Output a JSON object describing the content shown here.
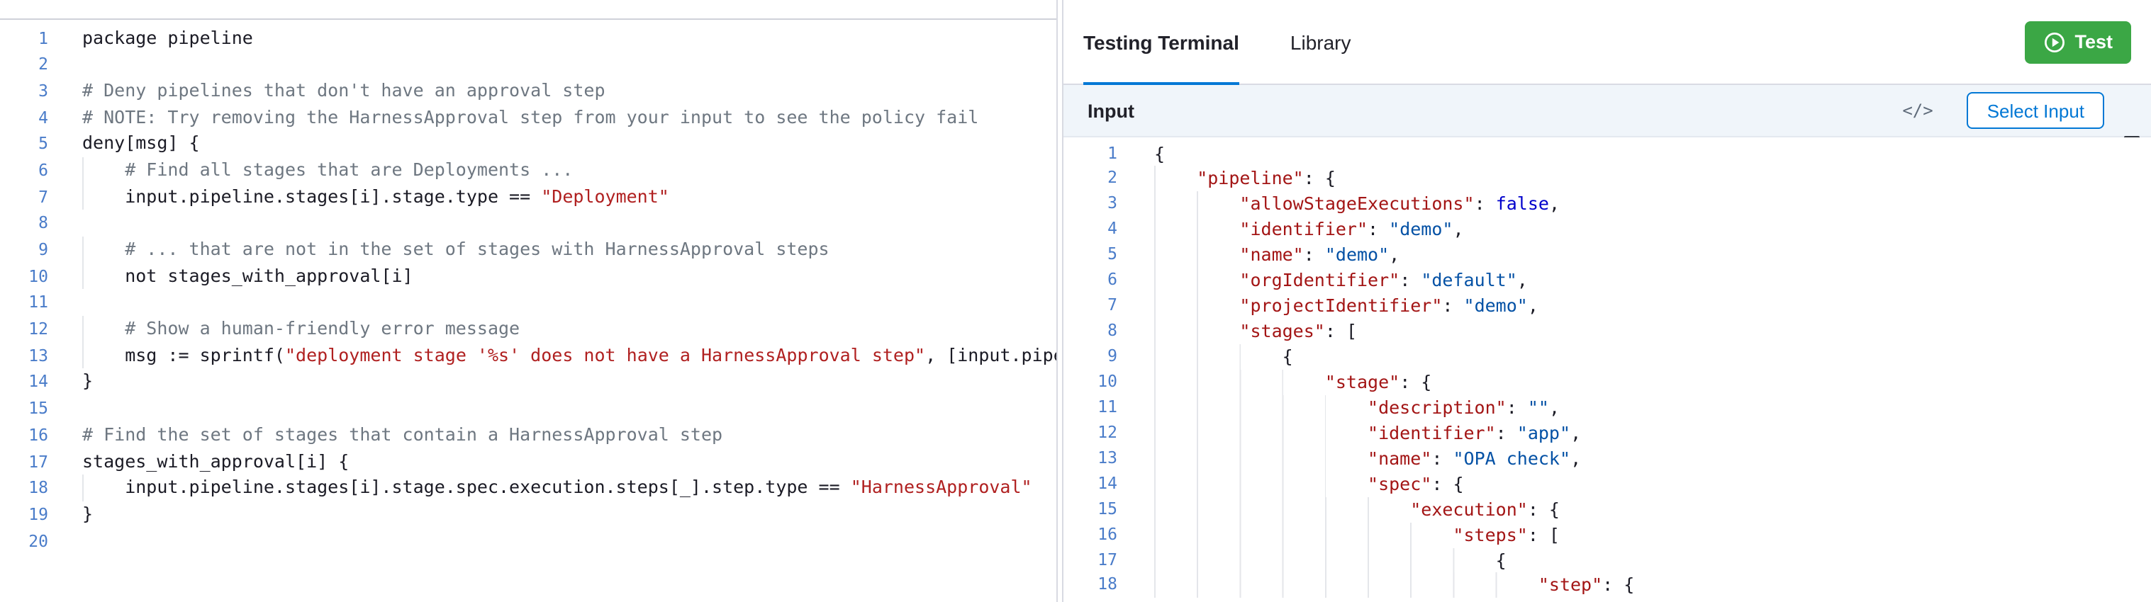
{
  "left_editor": {
    "lines": [
      {
        "n": 1,
        "segs": [
          [
            "pln",
            "package pipeline"
          ]
        ]
      },
      {
        "n": 2,
        "segs": []
      },
      {
        "n": 3,
        "segs": [
          [
            "com",
            "# Deny pipelines that don't have an approval step"
          ]
        ]
      },
      {
        "n": 4,
        "segs": [
          [
            "com",
            "# NOTE: Try removing the HarnessApproval step from your input to see the policy fail"
          ]
        ]
      },
      {
        "n": 5,
        "segs": [
          [
            "pln",
            "deny[msg] {"
          ]
        ]
      },
      {
        "n": 6,
        "segs": [
          [
            "com",
            "    # Find all stages that are Deployments ..."
          ]
        ]
      },
      {
        "n": 7,
        "segs": [
          [
            "pln",
            "    input.pipeline.stages[i].stage.type == "
          ],
          [
            "str",
            "\"Deployment\""
          ]
        ]
      },
      {
        "n": 8,
        "segs": []
      },
      {
        "n": 9,
        "segs": [
          [
            "com",
            "    # ... that are not in the set of stages with HarnessApproval steps"
          ]
        ]
      },
      {
        "n": 10,
        "segs": [
          [
            "pln",
            "    not stages_with_approval[i]"
          ]
        ]
      },
      {
        "n": 11,
        "segs": []
      },
      {
        "n": 12,
        "segs": [
          [
            "com",
            "    # Show a human-friendly error message"
          ]
        ]
      },
      {
        "n": 13,
        "segs": [
          [
            "pln",
            "    msg := sprintf("
          ],
          [
            "str",
            "\"deployment stage '%s' does not have a HarnessApproval step\""
          ],
          [
            "pln",
            ", [input.pipel"
          ]
        ]
      },
      {
        "n": 14,
        "segs": [
          [
            "pln",
            "}"
          ]
        ]
      },
      {
        "n": 15,
        "segs": []
      },
      {
        "n": 16,
        "segs": [
          [
            "com",
            "# Find the set of stages that contain a HarnessApproval step"
          ]
        ]
      },
      {
        "n": 17,
        "segs": [
          [
            "pln",
            "stages_with_approval[i] {"
          ]
        ]
      },
      {
        "n": 18,
        "segs": [
          [
            "pln",
            "    input.pipeline.stages[i].stage.spec.execution.steps[_].step.type == "
          ],
          [
            "str",
            "\"HarnessApproval\""
          ]
        ]
      },
      {
        "n": 19,
        "segs": [
          [
            "pln",
            "}"
          ]
        ]
      },
      {
        "n": 20,
        "segs": []
      }
    ]
  },
  "right_panel": {
    "tabs": [
      {
        "label": "Testing Terminal",
        "active": true
      },
      {
        "label": "Library",
        "active": false
      }
    ],
    "test_button_label": "Test",
    "input_bar": {
      "title": "Input",
      "code_icon_label": "</>",
      "select_button_label": "Select Input"
    },
    "json_editor": {
      "lines": [
        {
          "n": 1,
          "segs": [
            [
              "pln",
              "{"
            ]
          ]
        },
        {
          "n": 2,
          "segs": [
            [
              "key",
              "    \"pipeline\""
            ],
            [
              "pln",
              ": {"
            ]
          ]
        },
        {
          "n": 3,
          "segs": [
            [
              "key",
              "        \"allowStageExecutions\""
            ],
            [
              "pln",
              ": "
            ],
            [
              "kw",
              "false"
            ],
            [
              "pln",
              ","
            ]
          ]
        },
        {
          "n": 4,
          "segs": [
            [
              "key",
              "        \"identifier\""
            ],
            [
              "pln",
              ": "
            ],
            [
              "val",
              "\"demo\""
            ],
            [
              "pln",
              ","
            ]
          ]
        },
        {
          "n": 5,
          "segs": [
            [
              "key",
              "        \"name\""
            ],
            [
              "pln",
              ": "
            ],
            [
              "val",
              "\"demo\""
            ],
            [
              "pln",
              ","
            ]
          ]
        },
        {
          "n": 6,
          "segs": [
            [
              "key",
              "        \"orgIdentifier\""
            ],
            [
              "pln",
              ": "
            ],
            [
              "val",
              "\"default\""
            ],
            [
              "pln",
              ","
            ]
          ]
        },
        {
          "n": 7,
          "segs": [
            [
              "key",
              "        \"projectIdentifier\""
            ],
            [
              "pln",
              ": "
            ],
            [
              "val",
              "\"demo\""
            ],
            [
              "pln",
              ","
            ]
          ]
        },
        {
          "n": 8,
          "segs": [
            [
              "key",
              "        \"stages\""
            ],
            [
              "pln",
              ": ["
            ]
          ]
        },
        {
          "n": 9,
          "segs": [
            [
              "pln",
              "            {"
            ]
          ]
        },
        {
          "n": 10,
          "segs": [
            [
              "key",
              "                \"stage\""
            ],
            [
              "pln",
              ": {"
            ]
          ]
        },
        {
          "n": 11,
          "segs": [
            [
              "key",
              "                    \"description\""
            ],
            [
              "pln",
              ": "
            ],
            [
              "val",
              "\"\""
            ],
            [
              "pln",
              ","
            ]
          ]
        },
        {
          "n": 12,
          "segs": [
            [
              "key",
              "                    \"identifier\""
            ],
            [
              "pln",
              ": "
            ],
            [
              "val",
              "\"app\""
            ],
            [
              "pln",
              ","
            ]
          ]
        },
        {
          "n": 13,
          "segs": [
            [
              "key",
              "                    \"name\""
            ],
            [
              "pln",
              ": "
            ],
            [
              "val",
              "\"OPA check\""
            ],
            [
              "pln",
              ","
            ]
          ]
        },
        {
          "n": 14,
          "segs": [
            [
              "key",
              "                    \"spec\""
            ],
            [
              "pln",
              ": {"
            ]
          ]
        },
        {
          "n": 15,
          "segs": [
            [
              "key",
              "                        \"execution\""
            ],
            [
              "pln",
              ": {"
            ]
          ]
        },
        {
          "n": 16,
          "segs": [
            [
              "key",
              "                            \"steps\""
            ],
            [
              "pln",
              ": ["
            ]
          ]
        },
        {
          "n": 17,
          "segs": [
            [
              "pln",
              "                                {"
            ]
          ]
        },
        {
          "n": 18,
          "segs": [
            [
              "key",
              "                                    \"step\""
            ],
            [
              "pln",
              ": {"
            ]
          ]
        }
      ]
    }
  },
  "colors": {
    "accent_blue": "#0278d5",
    "test_green": "#3ba745",
    "string_red": "#b02020",
    "comment_gray": "#6e7781",
    "json_key_red": "#a31515",
    "json_value_blue": "#0451a5",
    "json_keyword_blue": "#0000cc",
    "line_number_blue": "#4a7cc9"
  }
}
